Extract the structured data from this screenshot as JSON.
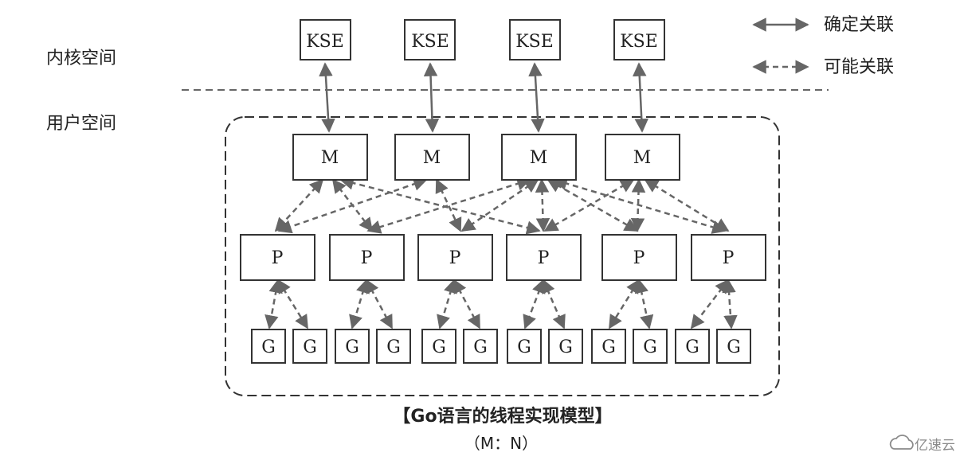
{
  "space_labels": {
    "kernel": "内核空间",
    "user": "用户空间"
  },
  "legend": {
    "definite": "确定关联",
    "possible": "可能关联"
  },
  "kse": [
    "KSE",
    "KSE",
    "KSE",
    "KSE"
  ],
  "m": [
    "M",
    "M",
    "M",
    "M"
  ],
  "p": [
    "P",
    "P",
    "P",
    "P",
    "P",
    "P"
  ],
  "g": [
    "G",
    "G",
    "G",
    "G",
    "G",
    "G",
    "G",
    "G",
    "G",
    "G",
    "G",
    "G"
  ],
  "caption": {
    "title": "【Go语言的线程实现模型】",
    "ratio": "（M：N）"
  },
  "watermark": "亿速云",
  "colors": {
    "stroke": "#333333",
    "arrow": "#666666",
    "text": "#222222"
  }
}
